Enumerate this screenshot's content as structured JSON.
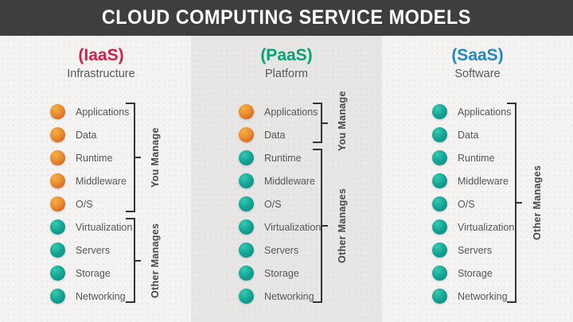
{
  "title": "CLOUD COMPUTING SERVICE MODELS",
  "legend": {
    "you_manage_color": "#e88a2e",
    "other_manages_color": "#14a496"
  },
  "colors": {
    "titlebar_bg": "#3e3e3e",
    "band_bg": "#e7e6e4",
    "page_bg": "#f4f3f1",
    "bracket": "#353535"
  },
  "columns": [
    {
      "acronym": "(IaaS)",
      "name": "Infrastructure",
      "accent_color": "#d4204c",
      "layers": [
        {
          "label": "Applications",
          "type": "you"
        },
        {
          "label": "Data",
          "type": "you"
        },
        {
          "label": "Runtime",
          "type": "you"
        },
        {
          "label": "Middleware",
          "type": "you"
        },
        {
          "label": "O/S",
          "type": "you"
        },
        {
          "label": "Virtualization",
          "type": "other"
        },
        {
          "label": "Servers",
          "type": "other"
        },
        {
          "label": "Storage",
          "type": "other"
        },
        {
          "label": "Networking",
          "type": "other"
        }
      ],
      "brackets": [
        {
          "label": "You Manage",
          "from_layer": "Applications",
          "to_layer": "O/S"
        },
        {
          "label": "Other Manages",
          "from_layer": "Virtualization",
          "to_layer": "Networking"
        }
      ]
    },
    {
      "acronym": "(PaaS)",
      "name": "Platform",
      "accent_color": "#00a478",
      "layers": [
        {
          "label": "Applications",
          "type": "you"
        },
        {
          "label": "Data",
          "type": "you"
        },
        {
          "label": "Runtime",
          "type": "other"
        },
        {
          "label": "Middleware",
          "type": "other"
        },
        {
          "label": "O/S",
          "type": "other"
        },
        {
          "label": "Virtualization",
          "type": "other"
        },
        {
          "label": "Servers",
          "type": "other"
        },
        {
          "label": "Storage",
          "type": "other"
        },
        {
          "label": "Networking",
          "type": "other"
        }
      ],
      "brackets": [
        {
          "label": "You Manage",
          "from_layer": "Applications",
          "to_layer": "Data"
        },
        {
          "label": "Other Manages",
          "from_layer": "Runtime",
          "to_layer": "Networking"
        }
      ]
    },
    {
      "acronym": "(SaaS)",
      "name": "Software",
      "accent_color": "#2089c1",
      "layers": [
        {
          "label": "Applications",
          "type": "other"
        },
        {
          "label": "Data",
          "type": "other"
        },
        {
          "label": "Runtime",
          "type": "other"
        },
        {
          "label": "Middleware",
          "type": "other"
        },
        {
          "label": "O/S",
          "type": "other"
        },
        {
          "label": "Virtualization",
          "type": "other"
        },
        {
          "label": "Servers",
          "type": "other"
        },
        {
          "label": "Storage",
          "type": "other"
        },
        {
          "label": "Networking",
          "type": "other"
        }
      ],
      "brackets": [
        {
          "label": "Other Manages",
          "from_layer": "Applications",
          "to_layer": "Networking"
        }
      ]
    }
  ]
}
